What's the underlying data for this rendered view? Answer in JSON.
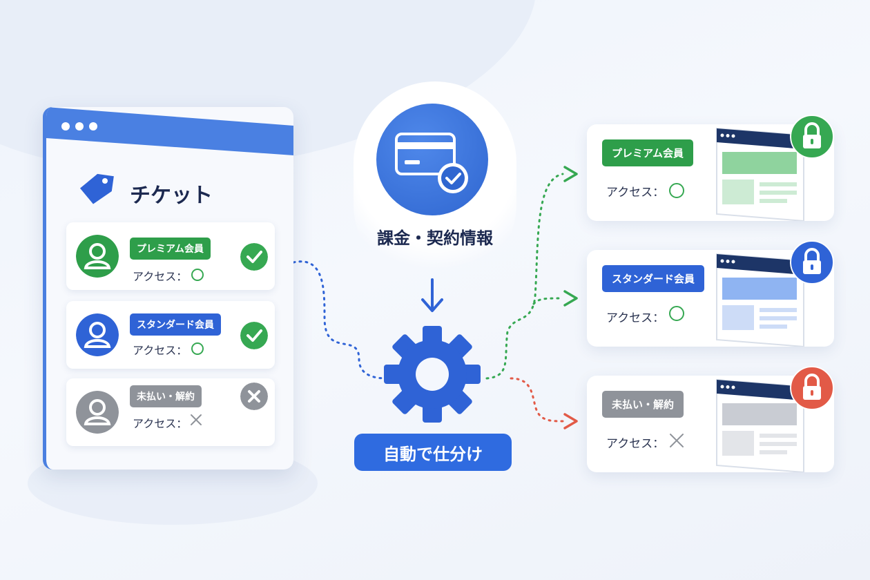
{
  "ticket": {
    "title": "チケット"
  },
  "members": [
    {
      "badge": "プレミアム会員",
      "access_label": "アクセス：",
      "access": "allowed",
      "color": "#2e9e4a"
    },
    {
      "badge": "スタンダード会員",
      "access_label": "アクセス：",
      "access": "allowed",
      "color": "#2f63d6"
    },
    {
      "badge": "未払い・解約",
      "access_label": "アクセス：",
      "access": "denied",
      "color": "#8f939a"
    }
  ],
  "billing": {
    "label": "課金・契約情報"
  },
  "router": {
    "label": "自動で仕分け"
  },
  "colors": {
    "green": "#36a852",
    "blue": "#2f63d6",
    "gray": "#8f939a",
    "red": "#e25a47",
    "accent": "#4a80e2"
  }
}
